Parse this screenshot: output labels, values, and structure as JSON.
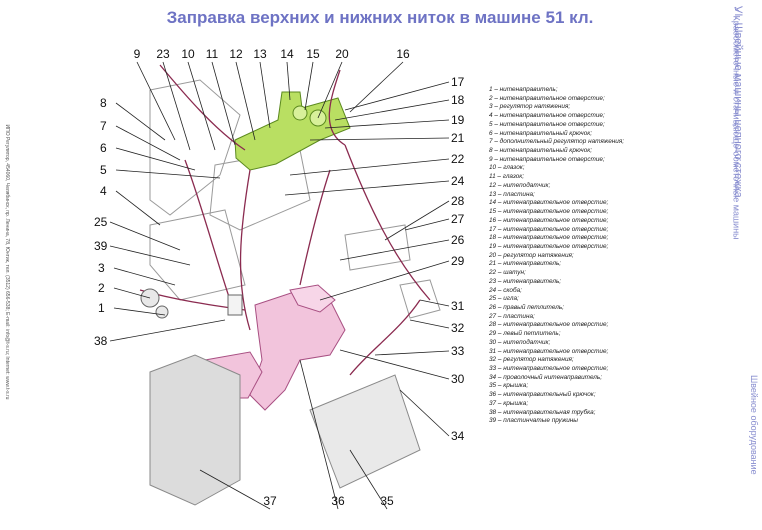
{
  "title": "Заправка верхних и нижних ниток в машине 51 кл.",
  "side_left_text": "ИПО Регулятор, 454060, Челябинск, пр. Ленина, 78, Юнтик, тел. (3512) 656-538; E-mail: info@t-s.ru; Internet: www.t-s.ru",
  "side_right": {
    "section": "VI. Швейные машины цепного стежка",
    "subsection": "✓ Краеобметочные и стачивающе-обметочные машины",
    "vertical_label": "Швейное оборудование"
  },
  "callouts": [
    "1",
    "2",
    "3",
    "4",
    "5",
    "6",
    "7",
    "8",
    "9",
    "10",
    "11",
    "12",
    "13",
    "14",
    "15",
    "16",
    "17",
    "18",
    "19",
    "20",
    "21",
    "22",
    "23",
    "24",
    "25",
    "26",
    "27",
    "28",
    "29",
    "30",
    "31",
    "32",
    "33",
    "34",
    "35",
    "36",
    "37",
    "38",
    "39"
  ],
  "legend": [
    "1 – нитенаправитель;",
    "2 – нитенаправительное отверстие;",
    "3 – регулятор натяжения;",
    "4 – нитенаправительное отверстие;",
    "5 – нитенаправительное отверстие;",
    "6 – нитенаправительный крючок;",
    "7 – дополнительный регулятор натяжения;",
    "8 – нитенаправительный крючок;",
    "9 – нитенаправительное отверстие;",
    "10 – глазок;",
    "11 – глазок;",
    "12 – нитеподатчик;",
    "13 – пластина;",
    "14 – нитенаправительное отверстие;",
    "15 – нитенаправительное отверстие;",
    "16 – нитенаправительное отверстие;",
    "17 – нитенаправительное отверстие;",
    "18 – нитенаправительное отверстие;",
    "19 – нитенаправительное отверстие;",
    "20 – регулятор натяжения;",
    "21 – нитенаправитель;",
    "22 – шатун;",
    "23 – нитенаправитель;",
    "24 – скоба;",
    "25 – игла;",
    "26 – правый петлитель;",
    "27 – пластина;",
    "28 – нитенаправительное отверстие;",
    "29 – левый петлитель;",
    "30 – нитеподатчик;",
    "31 – нитенаправительное отверстие;",
    "32 – регулятор натяжения;",
    "33 – нитенаправительное отверстие;",
    "34 – проволочный нитенаправитель;",
    "35 – крышка;",
    "36 – нитенаправительный крючок;",
    "37 – крышка;",
    "38 – нитенаправительная трубка;",
    "39 – пластинчатые пружины"
  ]
}
